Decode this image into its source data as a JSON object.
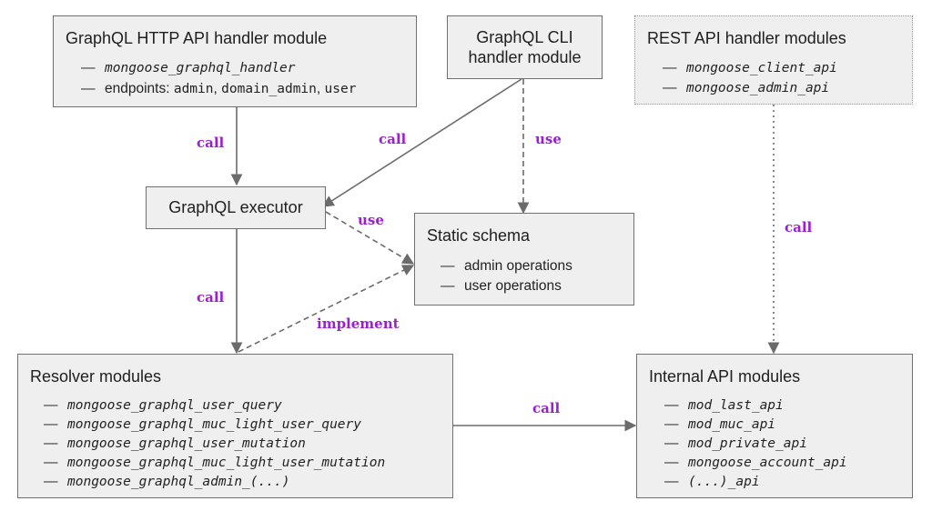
{
  "http_handler": {
    "title": "GraphQL HTTP API handler module",
    "item1": "mongoose_graphql_handler",
    "item2_prefix": "endpoints: ",
    "endpoint1": "admin",
    "sep1": ", ",
    "endpoint2": "domain_admin",
    "sep2": ", ",
    "endpoint3": "user"
  },
  "cli_handler": {
    "title_line1": "GraphQL CLI",
    "title_line2": "handler module"
  },
  "rest_handler": {
    "title": "REST API handler modules",
    "items": [
      "mongoose_client_api",
      "mongoose_admin_api"
    ]
  },
  "executor": {
    "title": "GraphQL executor"
  },
  "schema": {
    "title": "Static schema",
    "items": [
      "admin operations",
      "user operations"
    ]
  },
  "resolvers": {
    "title": "Resolver modules",
    "items": [
      "mongoose_graphql_user_query",
      "mongoose_graphql_muc_light_user_query",
      "mongoose_graphql_user_mutation",
      "mongoose_graphql_muc_light_user_mutation",
      "mongoose_graphql_admin_(...)"
    ]
  },
  "internal_api": {
    "title": "Internal API modules",
    "items": [
      "mod_last_api",
      "mod_muc_api",
      "mod_private_api",
      "mongoose_account_api",
      "(...)_api"
    ]
  },
  "dash_glyph": "—",
  "edge_labels": {
    "http_to_executor": "call",
    "cli_to_executor": "call",
    "cli_to_schema": "use",
    "executor_to_schema": "use",
    "executor_to_resolvers": "call",
    "resolvers_to_schema": "implement",
    "rest_to_internal": "call",
    "resolvers_to_internal": "call"
  },
  "colors": {
    "box_fill": "#efefef",
    "box_border": "#707070",
    "edge": "#6b6b6b",
    "label": "#9b1fd1"
  }
}
